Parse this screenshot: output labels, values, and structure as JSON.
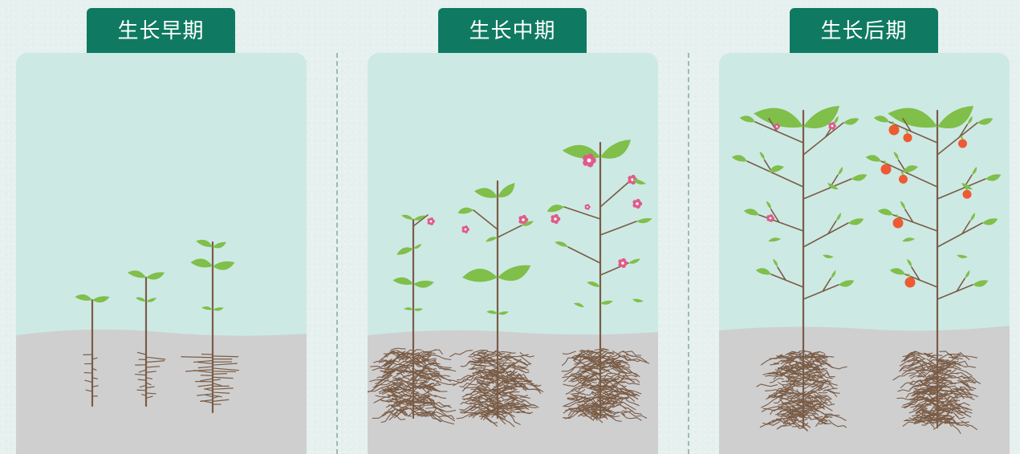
{
  "stages": [
    {
      "title": "生长早期"
    },
    {
      "title": "生长中期"
    },
    {
      "title": "生长后期"
    }
  ],
  "colors": {
    "tab_bg": "#0f7a61",
    "panel_sky": "#cde9e4",
    "soil": "#cfcfd0",
    "leaf": "#7fbf4a",
    "stem": "#7a5c46",
    "root": "#7a5c46",
    "flower": "#e05a8a",
    "fruit": "#ee5a32"
  }
}
